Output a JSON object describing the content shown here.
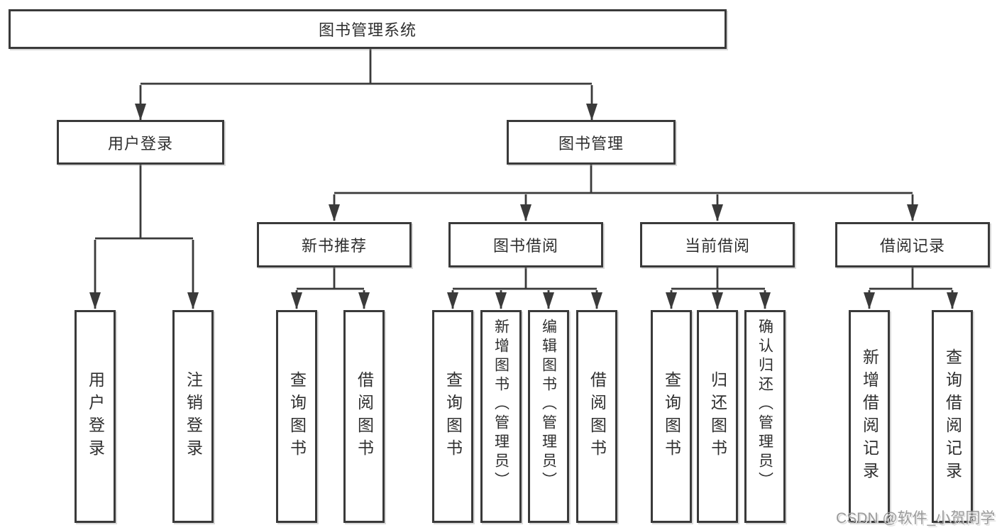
{
  "diagram": {
    "root": {
      "label": "图书管理系统"
    },
    "branches": [
      {
        "label": "用户登录",
        "children": [
          {
            "label": "用户登录"
          },
          {
            "label": "注销登录"
          }
        ]
      },
      {
        "label": "图书管理",
        "children": [
          {
            "label": "新书推荐",
            "children": [
              {
                "label": "查询图书"
              },
              {
                "label": "借阅图书"
              }
            ]
          },
          {
            "label": "图书借阅",
            "children": [
              {
                "label": "查询图书"
              },
              {
                "label": "新增图书（管理员）"
              },
              {
                "label": "编辑图书（管理员）"
              },
              {
                "label": "借阅图书"
              }
            ]
          },
          {
            "label": "当前借阅",
            "children": [
              {
                "label": "查询图书"
              },
              {
                "label": "归还图书"
              },
              {
                "label": "确认归还（管理员）"
              }
            ]
          },
          {
            "label": "借阅记录",
            "children": [
              {
                "label": "新增借阅记录"
              },
              {
                "label": "查询借阅记录"
              }
            ]
          }
        ]
      }
    ]
  },
  "watermark": {
    "text": "CSDN @软件_小贺同学"
  },
  "colors": {
    "line": "#3a3a3a",
    "text": "#2f2f2f",
    "watermark": "#9b9b9b",
    "background": "#ffffff"
  }
}
